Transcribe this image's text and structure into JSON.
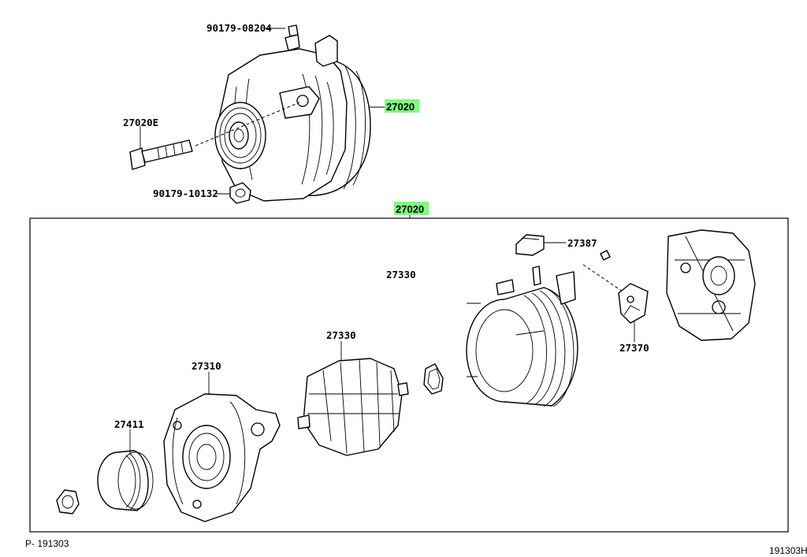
{
  "labels": {
    "bolt_clip": "90179-08204",
    "alternator_assy_top": "27020",
    "through_bolt": "27020E",
    "nut_small": "90179-10132",
    "alternator_assy_box": "27020",
    "connector": "27387",
    "coil_assy": "27330",
    "rotor": "27330",
    "brush_holder": "27370",
    "drive_end_frame": "27310",
    "pulley": "27411"
  },
  "highlight_color": "#7CFC7C",
  "footer": {
    "left_code": "P- 191303",
    "right_code": "191303H"
  }
}
